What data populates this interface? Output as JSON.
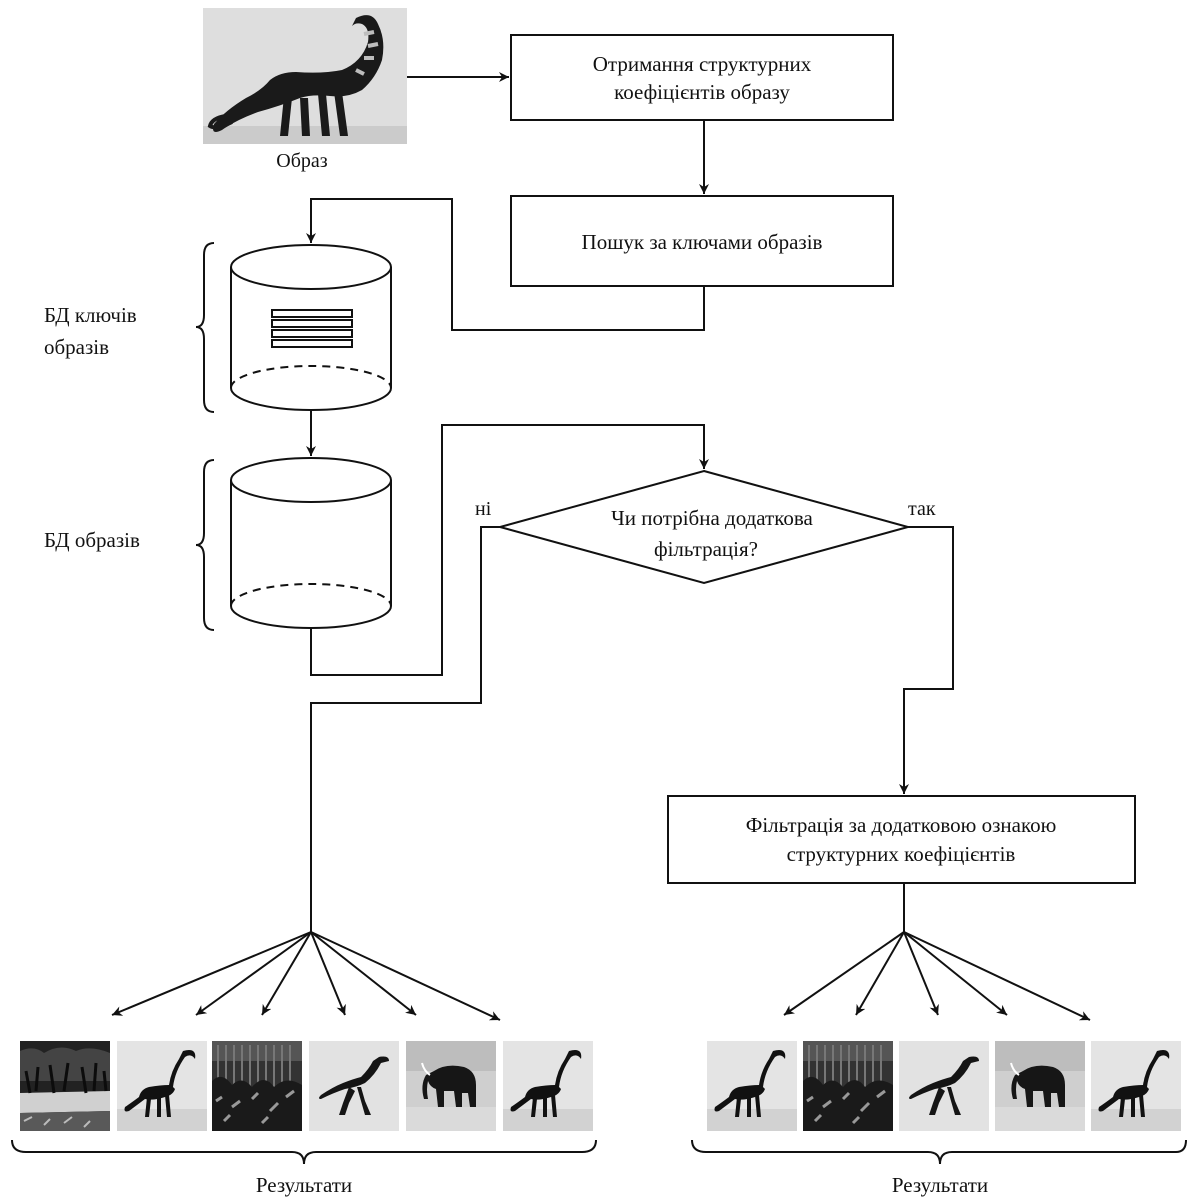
{
  "source_image": {
    "label": "Образ"
  },
  "steps": {
    "get_coefficients": {
      "line1": "Отримання структурних",
      "line2": "коефіцієнтів  образу"
    },
    "search_keys": {
      "label": "Пошук за ключами образів"
    },
    "decision": {
      "line1": "Чи потрібна додаткова",
      "line2": "фільтрація?"
    },
    "filter": {
      "line1": "Фільтрація за додатковою ознакою",
      "line2": "структурних коефіцієнтів"
    }
  },
  "branches": {
    "no": "ні",
    "yes": "так"
  },
  "databases": {
    "keys_db": {
      "line1": "БД ключів",
      "line2": "образів"
    },
    "images_db": {
      "label": "БД образів"
    }
  },
  "results": {
    "left": {
      "label": "Результати",
      "thumbnails": [
        "grass-scene",
        "dinosaur",
        "fence-scene",
        "raptor",
        "elephant",
        "dinosaur"
      ]
    },
    "right": {
      "label": "Результати",
      "thumbnails": [
        "dinosaur",
        "fence-scene",
        "raptor",
        "elephant",
        "dinosaur"
      ]
    }
  }
}
